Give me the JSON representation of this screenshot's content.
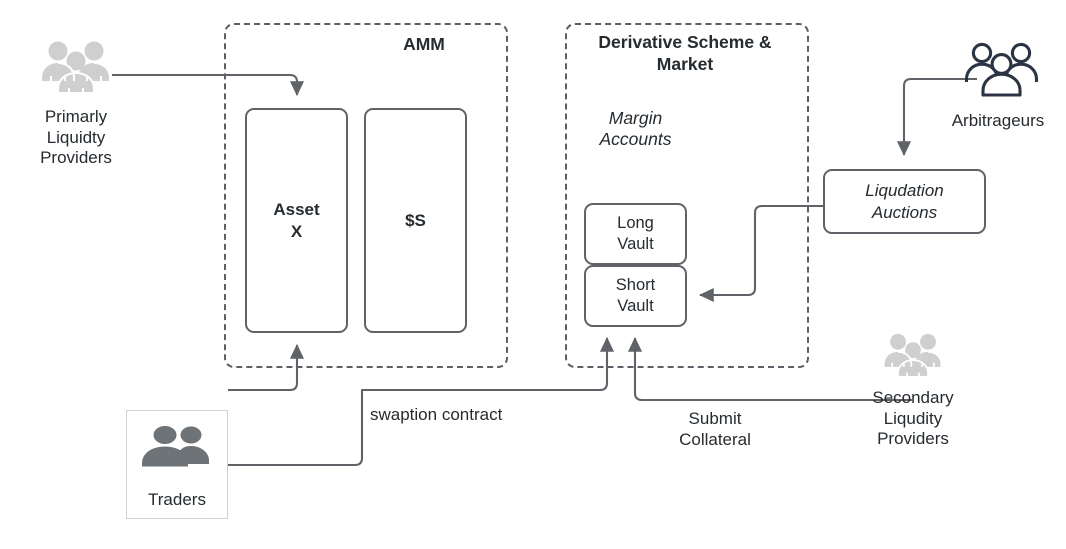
{
  "diagram": {
    "title_hidden": "",
    "colors": {
      "line": "#5f6368",
      "dashed_border": "#5a6065",
      "box_border": "#5f6368",
      "text": "#262b2f",
      "icon_light_gray": "#cfcfcf",
      "icon_mid_gray": "#6e7377",
      "icon_navy": "#2b3444",
      "thin_border": "#d0d0d0",
      "background": "#ffffff"
    },
    "groups": [
      {
        "id": "amm",
        "label": "AMM"
      },
      {
        "id": "derivative",
        "label": "Derivative Scheme &\nMarket"
      }
    ],
    "boxes": [
      {
        "id": "asset-x",
        "label": "Asset\nX",
        "style": "bold"
      },
      {
        "id": "stable",
        "label": "$S",
        "style": "bold"
      },
      {
        "id": "long-vault",
        "label": "Long\nVault",
        "style": "plain"
      },
      {
        "id": "short-vault",
        "label": "Short\nVault",
        "style": "plain"
      },
      {
        "id": "liqudation-auctions",
        "label": "Liqudation\nAuctions",
        "style": "italic"
      },
      {
        "id": "traders",
        "label": "Traders",
        "style": "plain"
      }
    ],
    "inner_labels": [
      {
        "id": "margin-accounts",
        "label": "Margin\nAccounts",
        "style": "italic"
      }
    ],
    "actors": [
      {
        "id": "primary-lp",
        "label": "Primarly\nLiquidty\nProviders",
        "icon": "three-people-icon",
        "icon_color": "#cfcfcf"
      },
      {
        "id": "arbitrageurs",
        "label": "Arbitrageurs",
        "icon": "three-people-outline-icon",
        "icon_color": "#2b3444"
      },
      {
        "id": "secondary-lp",
        "label": "Secondary\nLiqudity\nProviders",
        "icon": "three-people-icon",
        "icon_color": "#cfcfcf"
      },
      {
        "id": "traders-actor",
        "label": "Traders",
        "icon": "two-people-icon",
        "icon_color": "#6e7377"
      }
    ],
    "edge_labels": [
      {
        "id": "swaption-contract",
        "label": "swaption contract"
      },
      {
        "id": "submit-collateral",
        "label": "Submit\nCollateral"
      }
    ],
    "edges": [
      {
        "id": "primary-lp-to-asset-x",
        "from": "primary-lp",
        "to": "asset-x",
        "arrow": "down"
      },
      {
        "id": "arbitrageurs-to-liqudation-auctions",
        "from": "arbitrageurs",
        "to": "liqudation-auctions",
        "arrow": "down"
      },
      {
        "id": "liqudation-auctions-to-short-vault",
        "from": "liqudation-auctions",
        "to": "short-vault",
        "arrow": "left"
      },
      {
        "id": "traders-to-asset-x",
        "from": "traders",
        "to": "asset-x",
        "arrow": "up"
      },
      {
        "id": "traders-to-short-vault",
        "from": "traders",
        "to": "short-vault",
        "arrow": "up",
        "label": "swaption contract"
      },
      {
        "id": "secondary-lp-to-short-vault",
        "from": "secondary-lp",
        "to": "short-vault",
        "arrow": "up",
        "label": "Submit Collateral"
      }
    ]
  }
}
